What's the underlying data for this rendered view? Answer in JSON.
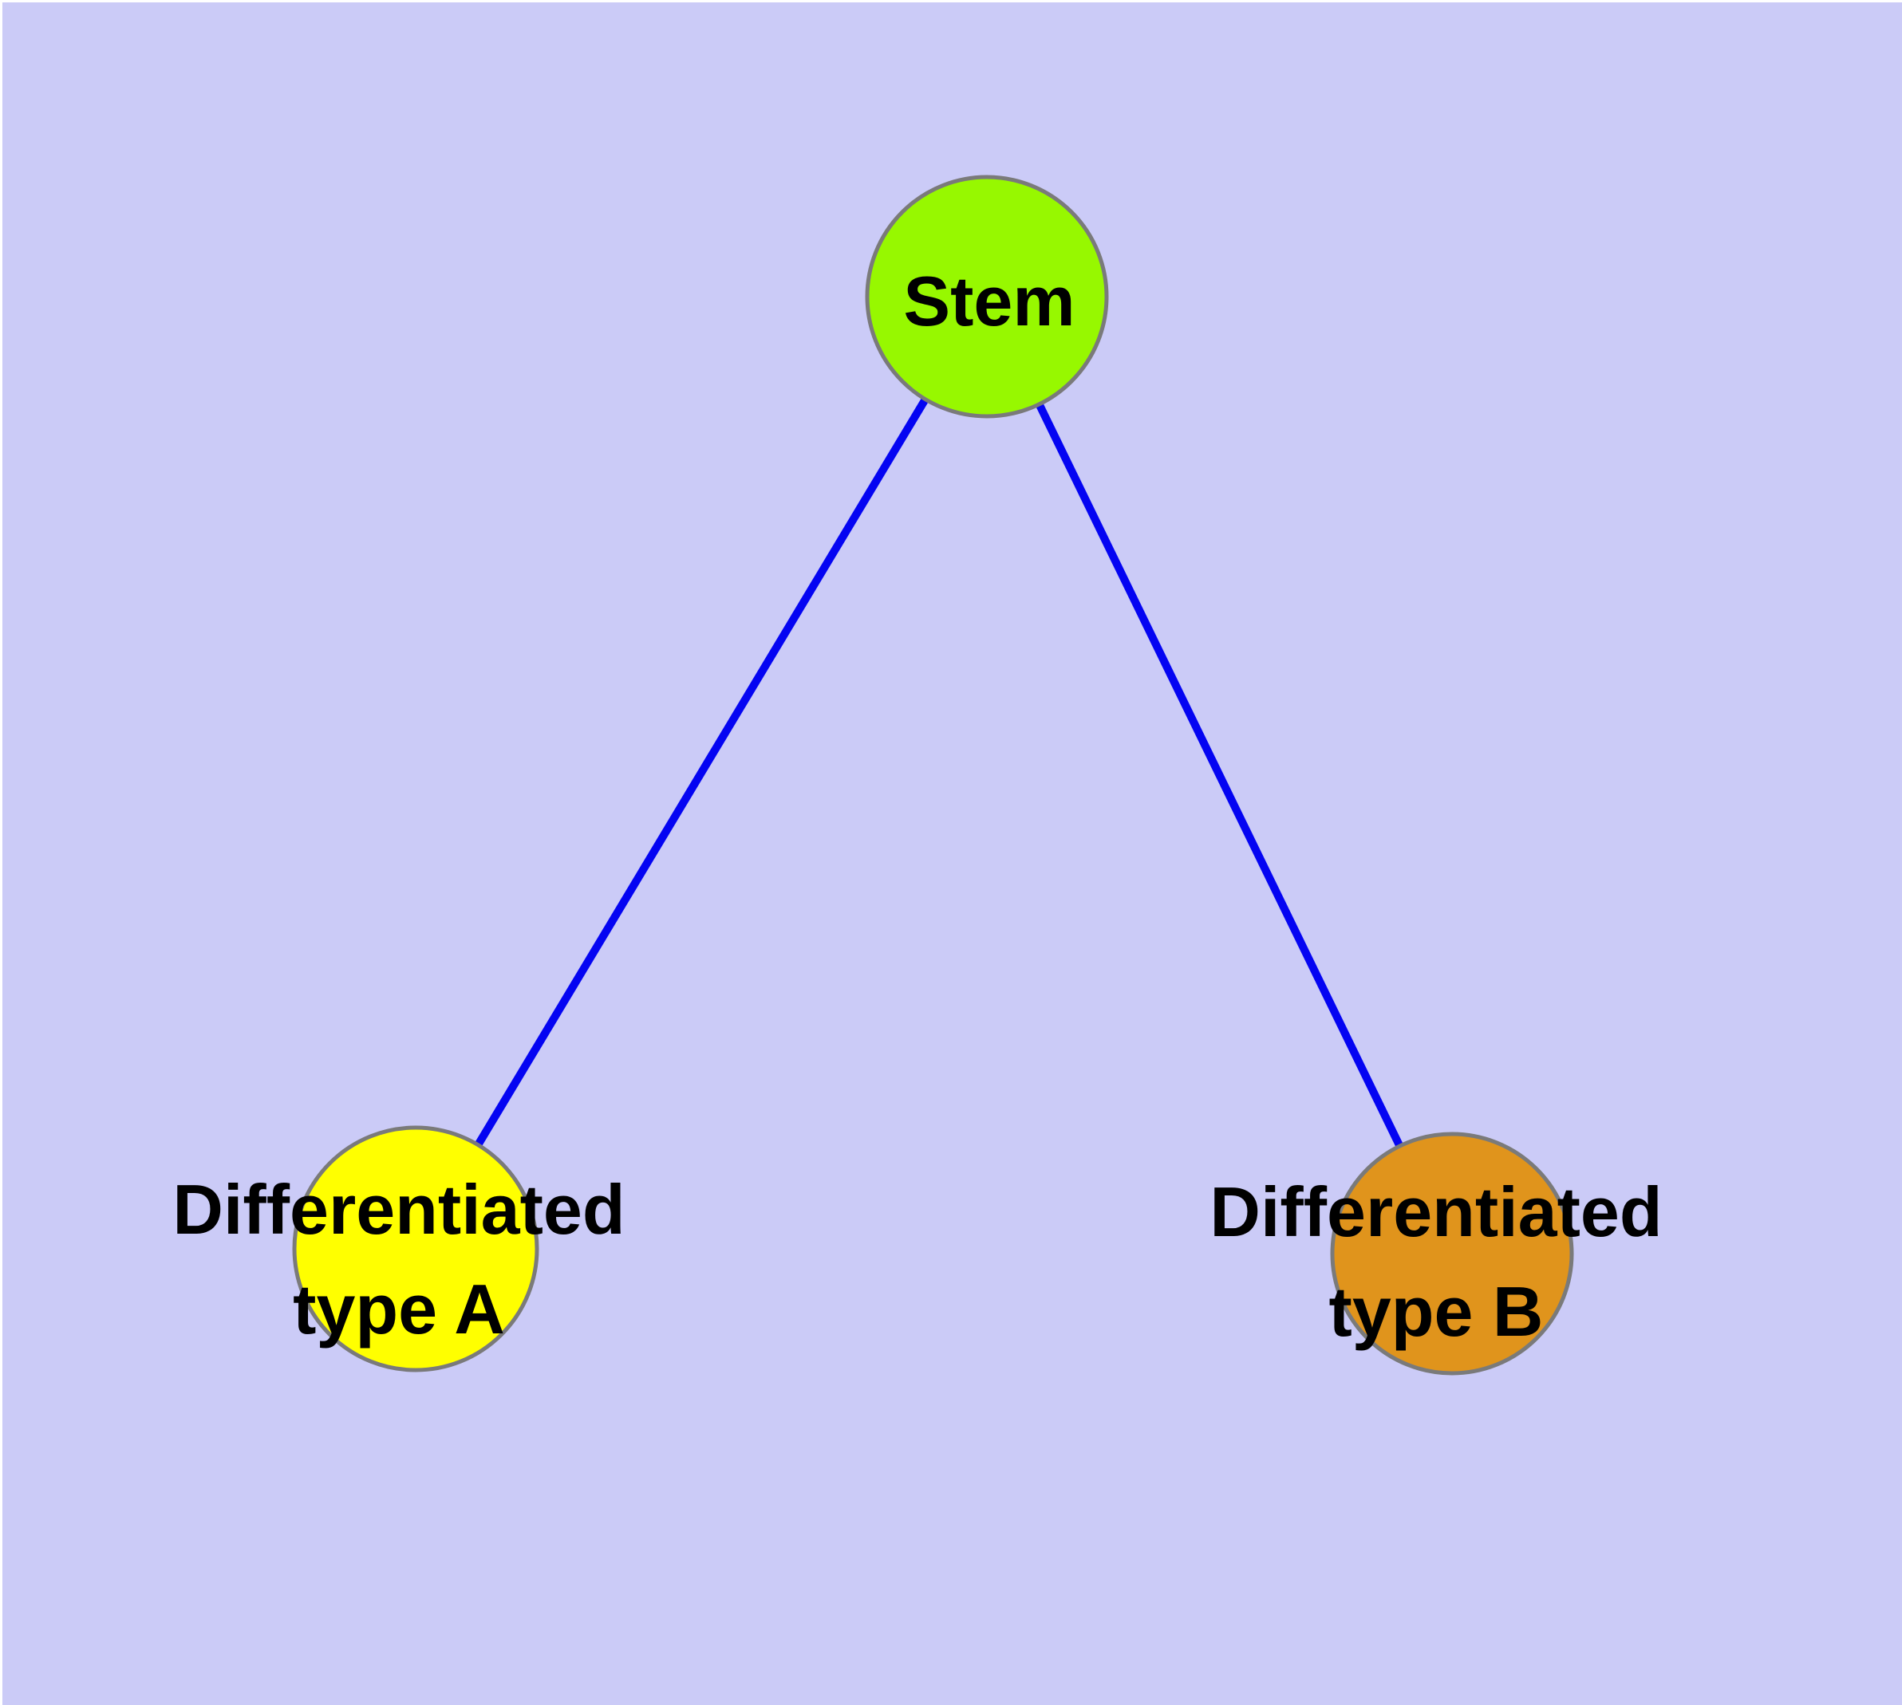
{
  "diagram": {
    "type": "node-link-graph",
    "background_color": "#cbcbf7",
    "canvas_edge_color": "#ffffff",
    "edge_color": "#0404f2",
    "node_border_color": "#7a7a7a",
    "label_text_color": "#000000",
    "nodes": [
      {
        "id": "stem",
        "label": "Stem",
        "fill_color": "#97f800"
      },
      {
        "id": "differentiated-type-a",
        "label_line1": "Differentiated",
        "label_line2": "type A",
        "fill_color": "#ffff00"
      },
      {
        "id": "differentiated-type-b",
        "label_line1": "Differentiated",
        "label_line2": "type B",
        "fill_color": "#e0941c"
      }
    ],
    "edges": [
      {
        "from": "stem",
        "to": "differentiated-type-a"
      },
      {
        "from": "stem",
        "to": "differentiated-type-b"
      }
    ]
  }
}
